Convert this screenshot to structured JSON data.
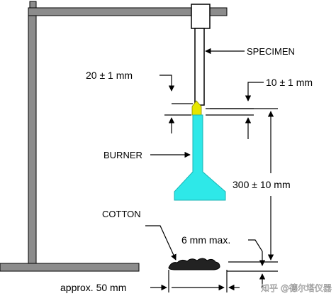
{
  "labels": {
    "specimen": "SPECIMEN",
    "flame_height": "20 ± 1 mm",
    "burner_gap": "10 ± 1 mm",
    "burner": "BURNER",
    "drop_height": "300 ± 10 mm",
    "cotton": "COTTON",
    "cotton_thickness": "6 mm max.",
    "cotton_width": "approx. 50 mm"
  },
  "watermark": "知乎 @德尔塔仪器",
  "colors": {
    "stand": "#808080",
    "burner": "#2ee8e8",
    "flame": "#e6e600",
    "cotton": "#222222",
    "line": "#000000"
  }
}
